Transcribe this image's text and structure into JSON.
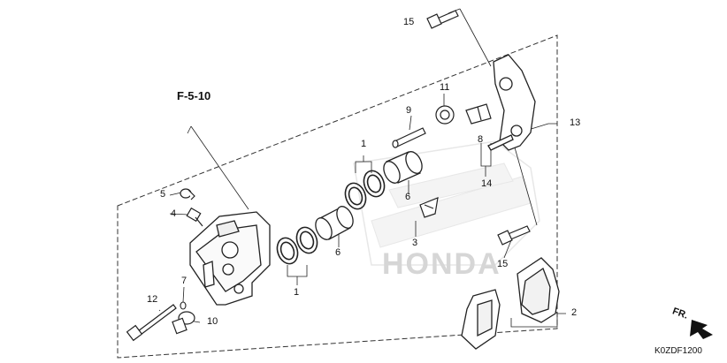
{
  "diagram": {
    "reference": "F-5-10",
    "diagram_code": "K0ZDF1200",
    "direction_label": "FR.",
    "watermark": "HONDA",
    "callouts": {
      "c1_upper": "1",
      "c1_lower": "1",
      "c2": "2",
      "c3": "3",
      "c4": "4",
      "c5": "5",
      "c6_upper": "6",
      "c6_lower": "6",
      "c7": "7",
      "c8": "8",
      "c9": "9",
      "c10": "10",
      "c11": "11",
      "c12": "12",
      "c13": "13",
      "c14": "14",
      "c15_top": "15",
      "c15_mid": "15"
    }
  }
}
